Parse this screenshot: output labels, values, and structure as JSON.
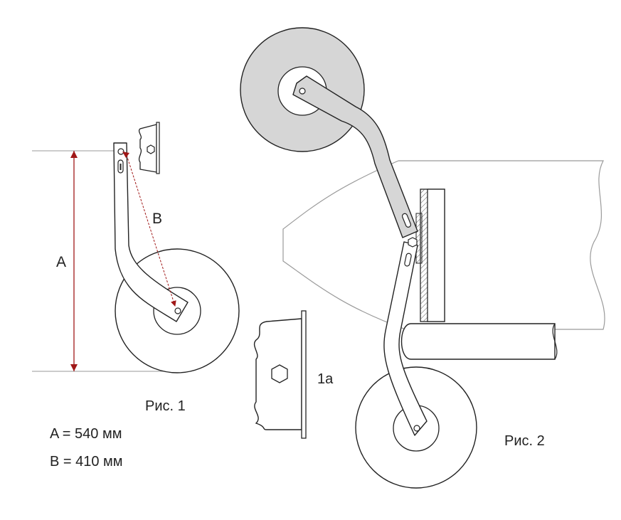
{
  "labels": {
    "dim_a": "A",
    "dim_b": "B",
    "fig1": "Рис. 1",
    "fig2": "Рис. 2",
    "part_1a": "1a",
    "value_a": "A = 540 мм",
    "value_b": "B = 410 мм"
  },
  "colors": {
    "line": "#222222",
    "wheel_fill_light": "#ffffff",
    "wheel_fill_gray": "#d6d6d6",
    "bracket_fill": "#d6d6d6",
    "dimension": "#a01818",
    "guide": "#9a9a9a"
  }
}
